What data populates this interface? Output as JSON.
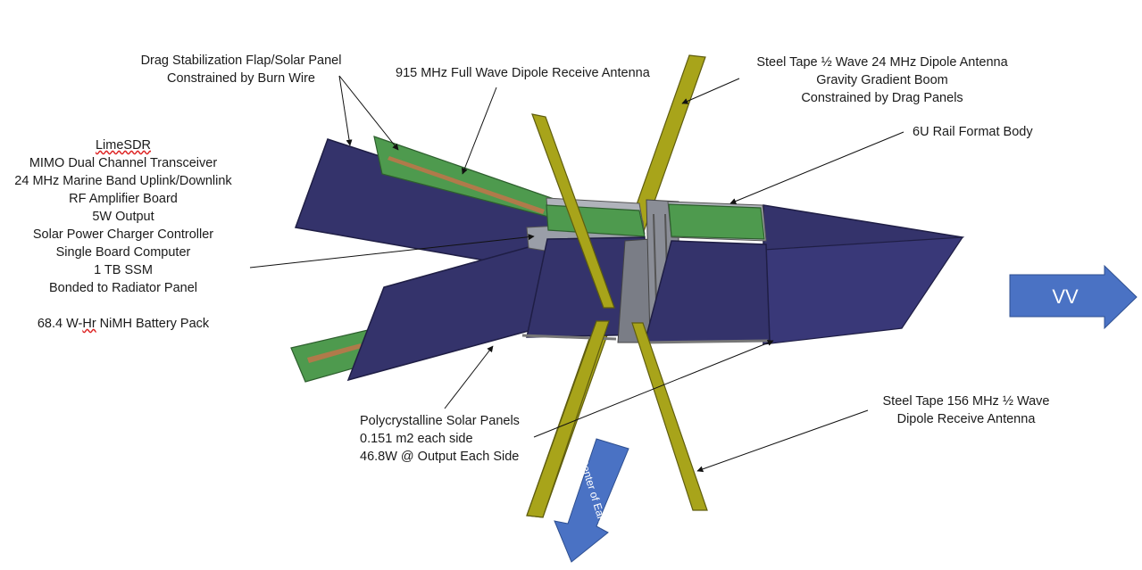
{
  "colors": {
    "panel": "#34336b",
    "panel_edge": "#1f1e45",
    "green_board": "#4e9a4e",
    "antenna_tape": "#a8a41a",
    "antenna_dark": "#5f5d0f",
    "body_gray": "#8a8d96",
    "arrow_blue": "#4a72c4",
    "copper_strip": "#b07a4a"
  },
  "labels": {
    "drag_flap": [
      "Drag Stabilization Flap/Solar Panel",
      "Constrained by Burn Wire"
    ],
    "receive_915": "915 MHz Full Wave Dipole Receive Antenna",
    "steel_tape_24": [
      "Steel Tape  ½ Wave 24 MHz Dipole Antenna",
      "Gravity Gradient Boom",
      "Constrained by Drag Panels"
    ],
    "rail_body": "6U Rail Format Body",
    "avionics": {
      "title": "LimeSDR",
      "lines": [
        "MIMO Dual Channel Transceiver",
        "24 MHz Marine Band Uplink/Downlink",
        "RF Amplifier Board",
        "5W Output",
        "Solar Power Charger Controller",
        "Single Board Computer",
        "1 TB SSM",
        "Bonded to Radiator Panel"
      ],
      "battery_prefix": "68.4 W-",
      "battery_hr": "Hr",
      "battery_suffix": " NiMH Battery Pack"
    },
    "solar_panels": [
      "Polycrystalline Solar Panels",
      "0.151 m2 each side",
      "46.8W @ Output Each Side"
    ],
    "steel_tape_156": [
      "Steel Tape 156 MHz ½ Wave",
      "Dipole Receive Antenna"
    ],
    "velocity_arrow": "VV",
    "earth_arrow": "Center of Earth"
  }
}
